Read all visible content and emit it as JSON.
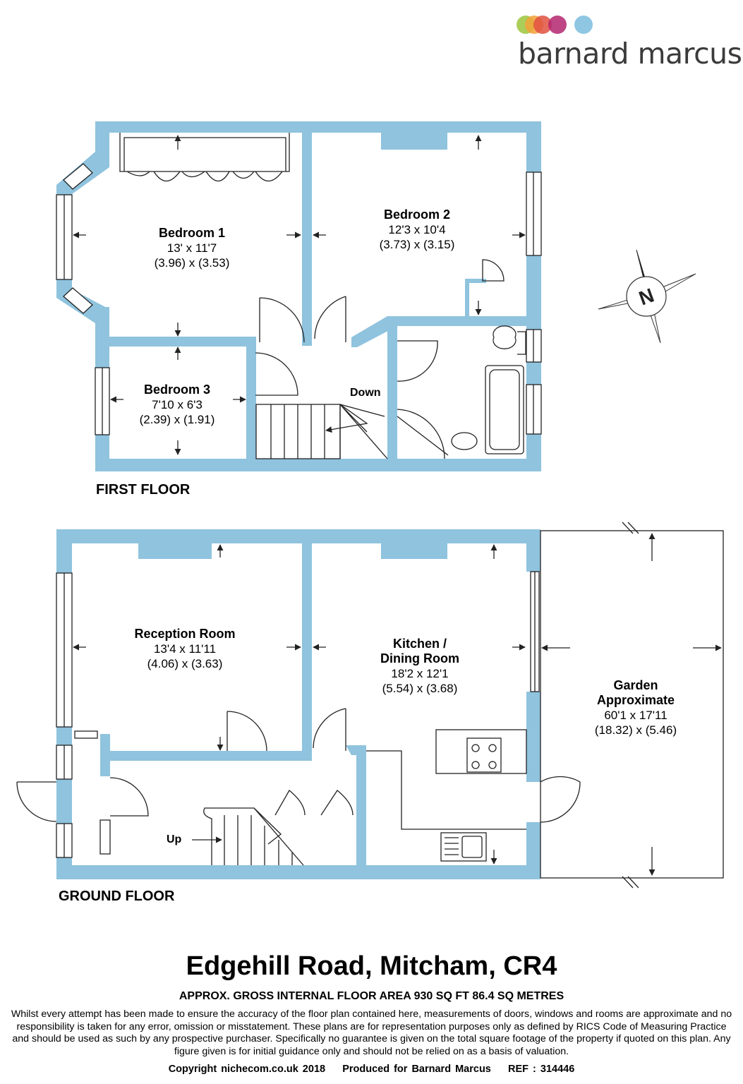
{
  "brand": {
    "name": "barnard marcus",
    "dot_colors": [
      "#9cc63c",
      "#f2a23a",
      "#e0513f",
      "#b4266f",
      "#8fc7e3"
    ]
  },
  "colors": {
    "wall": "#8fc3de",
    "line": "#222222"
  },
  "first_floor": {
    "label": "FIRST FLOOR",
    "rooms": [
      {
        "name": "Bedroom 1",
        "imperial": "13' x 11'7",
        "metric": "(3.96) x (3.53)"
      },
      {
        "name": "Bedroom 2",
        "imperial": "12'3 x 10'4",
        "metric": "(3.73) x (3.15)"
      },
      {
        "name": "Bedroom 3",
        "imperial": "7'10 x 6'3",
        "metric": "(2.39) x (1.91)"
      }
    ],
    "stairs_label": "Down"
  },
  "ground_floor": {
    "label": "GROUND FLOOR",
    "rooms": [
      {
        "name": "Reception Room",
        "imperial": "13'4 x 11'11",
        "metric": "(4.06) x (3.63)"
      },
      {
        "name_line1": "Kitchen /",
        "name_line2": "Dining Room",
        "imperial": "18'2 x 12'1",
        "metric": "(5.54) x (3.68)"
      },
      {
        "name_line1": "Garden",
        "name_line2": "Approximate",
        "imperial": "60'1 x 17'11",
        "metric": "(18.32) x (5.46)"
      }
    ],
    "stairs_label": "Up"
  },
  "compass": {
    "letter": "N"
  },
  "property": {
    "address": "Edgehill Road, Mitcham, CR4",
    "area": "APPROX. GROSS INTERNAL FLOOR AREA 930 SQ FT 86.4 SQ METRES",
    "disclaimer": "Whilst every attempt has been made to ensure the accuracy of the floor plan contained here, measurements of doors, windows and rooms are approximate and no responsibility is taken for any error, omission or misstatement. These plans are for representation purposes only as defined by RICS Code of Measuring Practice and should be used as such by any prospective purchaser.  Specifically no guarantee is given on the total square footage of the property if quoted on this plan. Any figure given is for initial guidance only and should not be relied on as a basis of valuation.",
    "copyright": "Copyright nichecom.co.uk 2018",
    "produced": "Produced for Barnard Marcus",
    "ref": "REF : 314446"
  }
}
